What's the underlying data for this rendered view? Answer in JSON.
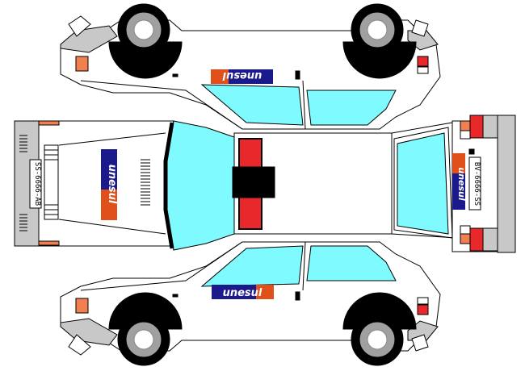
{
  "logo": {
    "left": "unesul",
    "right": "sul",
    "colors": {
      "blue": "#1a1a8c",
      "orange": "#e0501a",
      "text": "#ffffff"
    }
  },
  "plates": {
    "rear": "SS-6666-AB",
    "front": "BV-6666-SS"
  },
  "palette": {
    "body": "#ffffff",
    "outline": "#000000",
    "glass": "#7ffaff",
    "bumper": "#c8c8c8",
    "roof_red": "#e8282a",
    "roof_black": "#000000",
    "tail_light": "#f08050",
    "brake_light": "#e8282a",
    "tire": "#000000",
    "hubcap": "#a0a0a0"
  }
}
